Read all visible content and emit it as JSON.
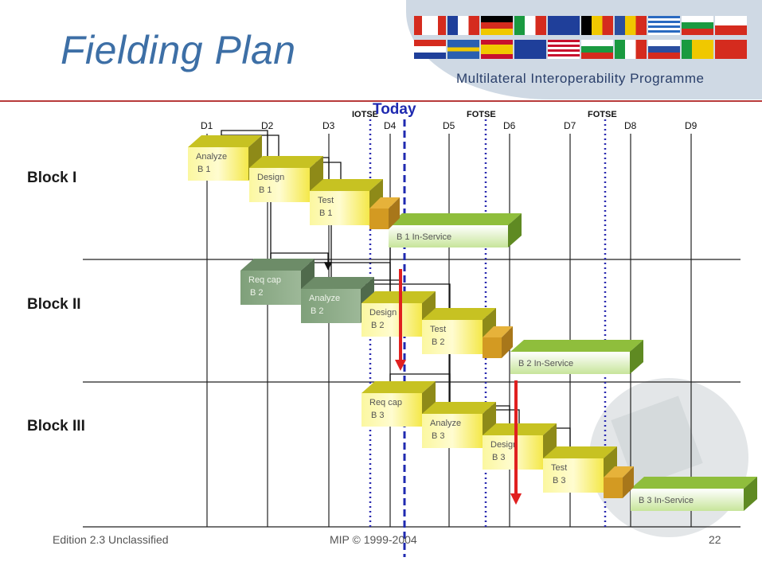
{
  "title": "Fielding Plan",
  "banner": {
    "programme": "Multilateral Interoperability Programme"
  },
  "milestones": [
    "D1",
    "D2",
    "D3",
    "D4",
    "D5",
    "D6",
    "D7",
    "D8",
    "D9"
  ],
  "markers": {
    "today": "Today",
    "iotse": "IOTSE",
    "fotse_1": "FOTSE",
    "fotse_2": "FOTSE"
  },
  "blocks": [
    "Block I",
    "Block II",
    "Block III"
  ],
  "tasks": [
    {
      "line1": "Analyze",
      "line2": "B 1"
    },
    {
      "line1": "Design",
      "line2": "B 1"
    },
    {
      "line1": "Test",
      "line2": "B 1"
    },
    {
      "line1": "B 1 In-Service",
      "line2": ""
    },
    {
      "line1": "Req cap",
      "line2": "B 2"
    },
    {
      "line1": "Analyze",
      "line2": "B 2"
    },
    {
      "line1": "Design",
      "line2": "B 2"
    },
    {
      "line1": "Test",
      "line2": "B 2"
    },
    {
      "line1": "B 2 In-Service",
      "line2": ""
    },
    {
      "line1": "Req cap",
      "line2": "B 3"
    },
    {
      "line1": "Analyze",
      "line2": "B 3"
    },
    {
      "line1": "Design",
      "line2": "B 3"
    },
    {
      "line1": "Test",
      "line2": "B 3"
    },
    {
      "line1": "B 3 In-Service",
      "line2": ""
    }
  ],
  "footer": {
    "edition": "Edition 2.3 Unclassified",
    "copyright": "MIP © 1999-2004",
    "page": "22"
  },
  "colors": {
    "title": "#3d6fa6",
    "task_yellow": "#f3f04a",
    "task_grey": "#8fa888",
    "inservice_green": "#8fbe3c",
    "today": "#1f2ab0",
    "slip_arrow": "#e02020"
  }
}
